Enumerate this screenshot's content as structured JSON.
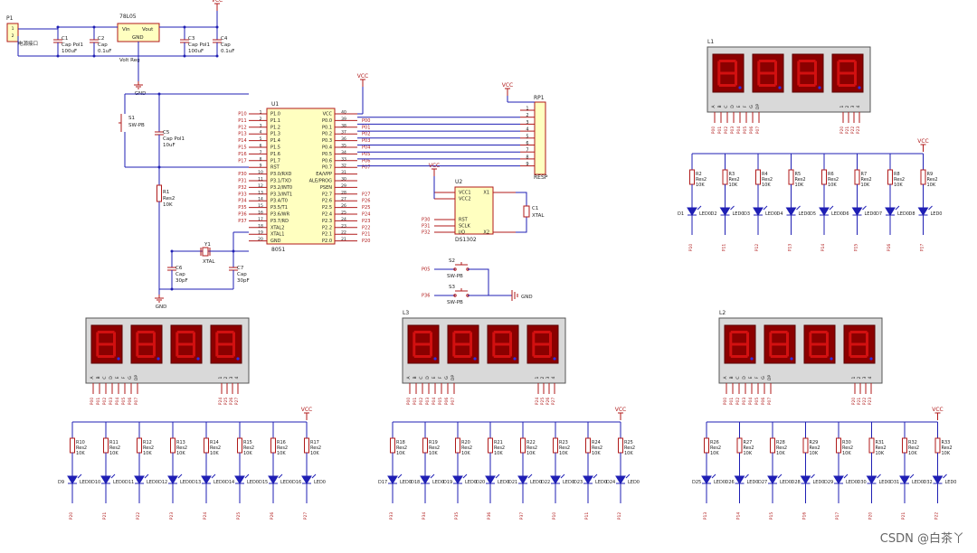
{
  "colors": {
    "wire": "#1f1fb4",
    "part": "#b01a1a",
    "chip_fill": "#ffffc0",
    "display_body": "#d9d9d9",
    "display_digit": "#8b0000",
    "segment": "#d21010",
    "dp": "#3030e0",
    "background": "#ffffff"
  },
  "power": {
    "connector": {
      "ref": "P1",
      "label": "电源接口"
    },
    "regulator": {
      "ref": "78L05",
      "pins": [
        "Vin",
        "Vout",
        "GND"
      ],
      "net": "Volt Reg"
    },
    "caps": [
      {
        "ref": "C1",
        "type": "Cap Pol1",
        "value": "100uF"
      },
      {
        "ref": "C2",
        "type": "Cap",
        "value": "0.1uF"
      },
      {
        "ref": "C3",
        "type": "Cap Pol1",
        "value": "100uF"
      },
      {
        "ref": "C4",
        "type": "Cap",
        "value": "0.1uF"
      }
    ],
    "vcc": "VCC",
    "gnd": "GND"
  },
  "reset": {
    "switch": {
      "ref": "S1",
      "type": "SW-PB"
    },
    "cap": {
      "ref": "C5",
      "type": "Cap Pol1",
      "value": "10uF"
    },
    "resistor": {
      "ref": "R1",
      "type": "Res2",
      "value": "10K"
    },
    "gnd": "GND"
  },
  "crystal": {
    "ref": "Y1",
    "type": "XTAL",
    "caps": [
      {
        "ref": "C6",
        "type": "Cap",
        "value": "30pF"
      },
      {
        "ref": "C7",
        "type": "Cap",
        "value": "30pF"
      }
    ],
    "gnd": "GND"
  },
  "mcu": {
    "ref": "U1",
    "part": "8051",
    "left_pins": [
      {
        "num": "1",
        "name": "P1.0",
        "net": "P10"
      },
      {
        "num": "2",
        "name": "P1.1",
        "net": "P11"
      },
      {
        "num": "3",
        "name": "P1.2",
        "net": "P12"
      },
      {
        "num": "4",
        "name": "P1.3",
        "net": "P13"
      },
      {
        "num": "5",
        "name": "P1.4",
        "net": "P14"
      },
      {
        "num": "6",
        "name": "P1.5",
        "net": "P15"
      },
      {
        "num": "7",
        "name": "P1.6",
        "net": "P16"
      },
      {
        "num": "8",
        "name": "P1.7",
        "net": "P17"
      },
      {
        "num": "9",
        "name": "RST",
        "net": ""
      },
      {
        "num": "10",
        "name": "P3.0/RXD",
        "net": "P30"
      },
      {
        "num": "11",
        "name": "P3.1/TXD",
        "net": "P31"
      },
      {
        "num": "12",
        "name": "P3.2/INT0",
        "net": "P32"
      },
      {
        "num": "13",
        "name": "P3.3/INT1",
        "net": "P33"
      },
      {
        "num": "14",
        "name": "P3.4/T0",
        "net": "P34"
      },
      {
        "num": "15",
        "name": "P3.5/T1",
        "net": "P35"
      },
      {
        "num": "16",
        "name": "P3.6/WR",
        "net": "P36"
      },
      {
        "num": "17",
        "name": "P3.7/RD",
        "net": "P37"
      },
      {
        "num": "18",
        "name": "XTAL2",
        "net": ""
      },
      {
        "num": "19",
        "name": "XTAL1",
        "net": ""
      },
      {
        "num": "20",
        "name": "GND",
        "net": ""
      }
    ],
    "right_pins": [
      {
        "num": "40",
        "name": "VCC",
        "net": ""
      },
      {
        "num": "39",
        "name": "P0.0",
        "net": "P00"
      },
      {
        "num": "38",
        "name": "P0.1",
        "net": "P01"
      },
      {
        "num": "37",
        "name": "P0.2",
        "net": "P02"
      },
      {
        "num": "36",
        "name": "P0.3",
        "net": "P03"
      },
      {
        "num": "35",
        "name": "P0.4",
        "net": "P04"
      },
      {
        "num": "34",
        "name": "P0.5",
        "net": "P05"
      },
      {
        "num": "33",
        "name": "P0.6",
        "net": "P06"
      },
      {
        "num": "32",
        "name": "P0.7",
        "net": "P07"
      },
      {
        "num": "31",
        "name": "EA/VPP",
        "net": ""
      },
      {
        "num": "30",
        "name": "ALE/PROG",
        "net": ""
      },
      {
        "num": "29",
        "name": "PSEN",
        "net": ""
      },
      {
        "num": "28",
        "name": "P2.7",
        "net": "P27"
      },
      {
        "num": "27",
        "name": "P2.6",
        "net": "P26"
      },
      {
        "num": "26",
        "name": "P2.5",
        "net": "P25"
      },
      {
        "num": "25",
        "name": "P2.4",
        "net": "P24"
      },
      {
        "num": "24",
        "name": "P2.3",
        "net": "P23"
      },
      {
        "num": "23",
        "name": "P2.2",
        "net": "P22"
      },
      {
        "num": "22",
        "name": "P2.1",
        "net": "P21"
      },
      {
        "num": "21",
        "name": "P2.0",
        "net": "P20"
      }
    ]
  },
  "resp": {
    "ref": "RP1",
    "type": "RESP",
    "pins": [
      "1",
      "2",
      "3",
      "4",
      "5",
      "6",
      "7",
      "8",
      "9"
    ],
    "vcc": "VCC"
  },
  "rtc": {
    "ref": "U2",
    "part": "DS1302",
    "left_pins": [
      "VCC1",
      "VCC2",
      "RST",
      "SCLK",
      "I/O"
    ],
    "right_pins": [
      "X1",
      "X2"
    ],
    "nets": [
      "P30",
      "P31",
      "P32"
    ],
    "crystal": {
      "ref": "C1",
      "type": "XTAL"
    },
    "vcc": "VCC"
  },
  "switches": [
    {
      "ref": "S2",
      "type": "SW-PB",
      "net": "P05"
    },
    {
      "ref": "S3",
      "type": "SW-PB",
      "net": "P36"
    }
  ],
  "switch_gnd": "GND",
  "displays": [
    {
      "ref": "L1",
      "seg_labels": [
        "A",
        "B",
        "C",
        "D",
        "E",
        "F",
        "G",
        "DP"
      ],
      "com_labels": [
        "1",
        "2",
        "3",
        "4"
      ],
      "seg_nets": [
        "P00",
        "P01",
        "P02",
        "P03",
        "P04",
        "P05",
        "P06",
        "P07"
      ],
      "com_nets": [
        "P20",
        "P21",
        "P22",
        "P23"
      ]
    },
    {
      "ref": "",
      "seg_labels": [
        "A",
        "B",
        "C",
        "D",
        "E",
        "F",
        "G",
        "DP"
      ],
      "com_labels": [
        "1",
        "2",
        "3",
        "4"
      ],
      "seg_nets": [
        "P00",
        "P01",
        "P02",
        "P03",
        "P04",
        "P05",
        "P06",
        "P07"
      ],
      "com_nets": [
        "P24",
        "P25",
        "P26",
        "P27"
      ]
    },
    {
      "ref": "L3",
      "seg_labels": [
        "A",
        "B",
        "C",
        "D",
        "E",
        "F",
        "G",
        "DP"
      ],
      "com_labels": [
        "1",
        "2",
        "3",
        "4"
      ],
      "seg_nets": [
        "P00",
        "P01",
        "P02",
        "P03",
        "P04",
        "P05",
        "P06",
        "P07"
      ],
      "com_nets": [
        "P24",
        "P25",
        "P26",
        "P27"
      ]
    },
    {
      "ref": "L2",
      "seg_labels": [
        "A",
        "B",
        "C",
        "D",
        "E",
        "F",
        "G",
        "DP"
      ],
      "com_labels": [
        "1",
        "2",
        "3",
        "4"
      ],
      "seg_nets": [
        "P00",
        "P01",
        "P02",
        "P03",
        "P04",
        "P05",
        "P06",
        "P07"
      ],
      "com_nets": [
        "P20",
        "P21",
        "P22",
        "P23"
      ]
    }
  ],
  "led_banks": [
    {
      "vcc": "VCC",
      "resistors": [
        "R2",
        "R3",
        "R4",
        "R5",
        "R6",
        "R7",
        "R8",
        "R9"
      ],
      "leds": [
        "D1",
        "D2",
        "D3",
        "D4",
        "D5",
        "D6",
        "D7",
        "D8"
      ],
      "nets": [
        "P10",
        "P11",
        "P12",
        "P13",
        "P14",
        "P15",
        "P16",
        "P17"
      ]
    },
    {
      "vcc": "VCC",
      "resistors": [
        "R10",
        "R11",
        "R12",
        "R13",
        "R14",
        "R15",
        "R16",
        "R17"
      ],
      "leds": [
        "D9",
        "D10",
        "D11",
        "D12",
        "D13",
        "D14",
        "D15",
        "D16"
      ],
      "nets": [
        "P20",
        "P21",
        "P22",
        "P23",
        "P24",
        "P25",
        "P26",
        "P27"
      ]
    },
    {
      "vcc": "VCC",
      "resistors": [
        "R18",
        "R19",
        "R20",
        "R21",
        "R22",
        "R23",
        "R24",
        "R25"
      ],
      "leds": [
        "D17",
        "D18",
        "D19",
        "D20",
        "D21",
        "D22",
        "D23",
        "D24"
      ],
      "nets": [
        "P33",
        "P34",
        "P35",
        "P36",
        "P37",
        "P10",
        "P11",
        "P12"
      ]
    },
    {
      "vcc": "VCC",
      "resistors": [
        "R26",
        "R27",
        "R28",
        "R29",
        "R30",
        "R31",
        "R32",
        "R33"
      ],
      "leds": [
        "D25",
        "D26",
        "D27",
        "D28",
        "D29",
        "D30",
        "D31",
        "D32"
      ],
      "nets": [
        "P13",
        "P14",
        "P15",
        "P16",
        "P17",
        "P20",
        "P21",
        "P22"
      ]
    }
  ],
  "res_type": "Res2",
  "res_value": "10K",
  "led_type": "LED0",
  "watermark": "CSDN @白茶丫"
}
